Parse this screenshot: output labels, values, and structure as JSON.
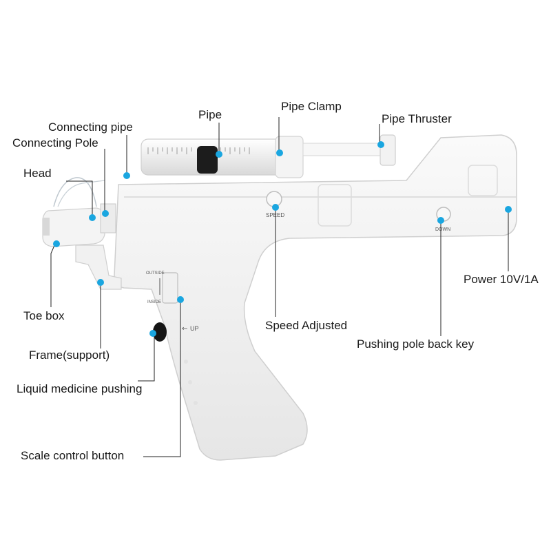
{
  "colors": {
    "dot": "#1aa6e0",
    "leader": "#222222",
    "body": "#f2f2f2",
    "body_edge": "#cfcfcf",
    "background": "#ffffff"
  },
  "device_marks": {
    "speed_button": "SPEED",
    "down_button": "DOWN",
    "switch_top": "OUTSIDE",
    "switch_bottom": "INSIDE",
    "up_arrow": "UP"
  },
  "callouts": [
    {
      "id": "pipe",
      "label": "Pipe"
    },
    {
      "id": "pipe-clamp",
      "label": "Pipe Clamp"
    },
    {
      "id": "pipe-thruster",
      "label": "Pipe Thruster"
    },
    {
      "id": "connecting-pipe",
      "label": "Connecting pipe"
    },
    {
      "id": "connecting-pole",
      "label": "Connecting Pole"
    },
    {
      "id": "head",
      "label": "Head"
    },
    {
      "id": "toe-box",
      "label": "Toe box"
    },
    {
      "id": "frame-support",
      "label": "Frame(support)"
    },
    {
      "id": "liquid-medicine-pushing",
      "label": "Liquid medicine pushing"
    },
    {
      "id": "scale-control-button",
      "label": "Scale control button"
    },
    {
      "id": "speed-adjusted",
      "label": "Speed Adjusted"
    },
    {
      "id": "pushing-pole-back-key",
      "label": "Pushing pole back key"
    },
    {
      "id": "power",
      "label": "Power 10V/1A"
    }
  ]
}
